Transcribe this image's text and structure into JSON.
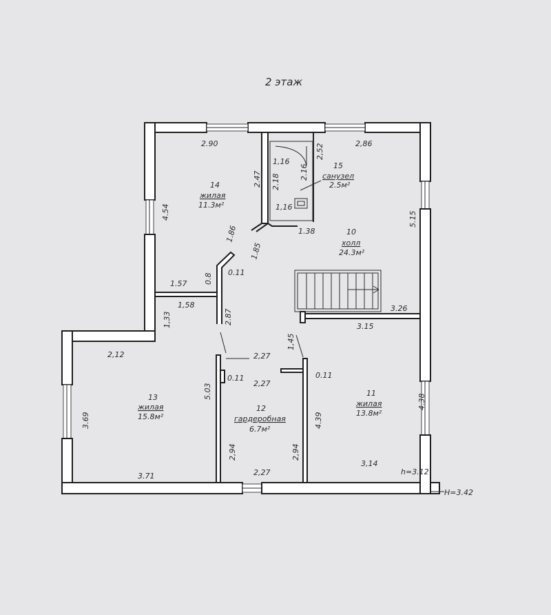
{
  "floor_title": "2 этаж",
  "rooms": [
    {
      "id": "14",
      "name": "жилая",
      "area": "11.3м²"
    },
    {
      "id": "15",
      "name": "санузел",
      "area": "2.5м²"
    },
    {
      "id": "10",
      "name": "холл",
      "area": "24.3м²"
    },
    {
      "id": "13",
      "name": "жилая",
      "area": "15.8м²"
    },
    {
      "id": "12",
      "name": "гардеробная",
      "area": "6.7м²"
    },
    {
      "id": "11",
      "name": "жилая",
      "area": "13.8м²"
    }
  ],
  "dimensions": [
    "2.90",
    "2.47",
    "1,16",
    "2.18",
    "2.16",
    "1,16",
    "2,52",
    "2,86",
    "4.54",
    "1.38",
    "1.86",
    "1.85",
    "0.8",
    "0.11",
    "1.57",
    "1,58",
    "5.15",
    "3.26",
    "3.15",
    "1,33",
    "2.87",
    "1,45",
    "2,12",
    "2,27",
    "0.11",
    "2,27",
    "0.11",
    "5.03",
    "3.69",
    "4.38",
    "4.39",
    "2,94",
    "2,94",
    "3.71",
    "2,27",
    "3,14"
  ],
  "ceiling_height_inner": "h=3.12",
  "ceiling_height_outer": "H=3.42"
}
